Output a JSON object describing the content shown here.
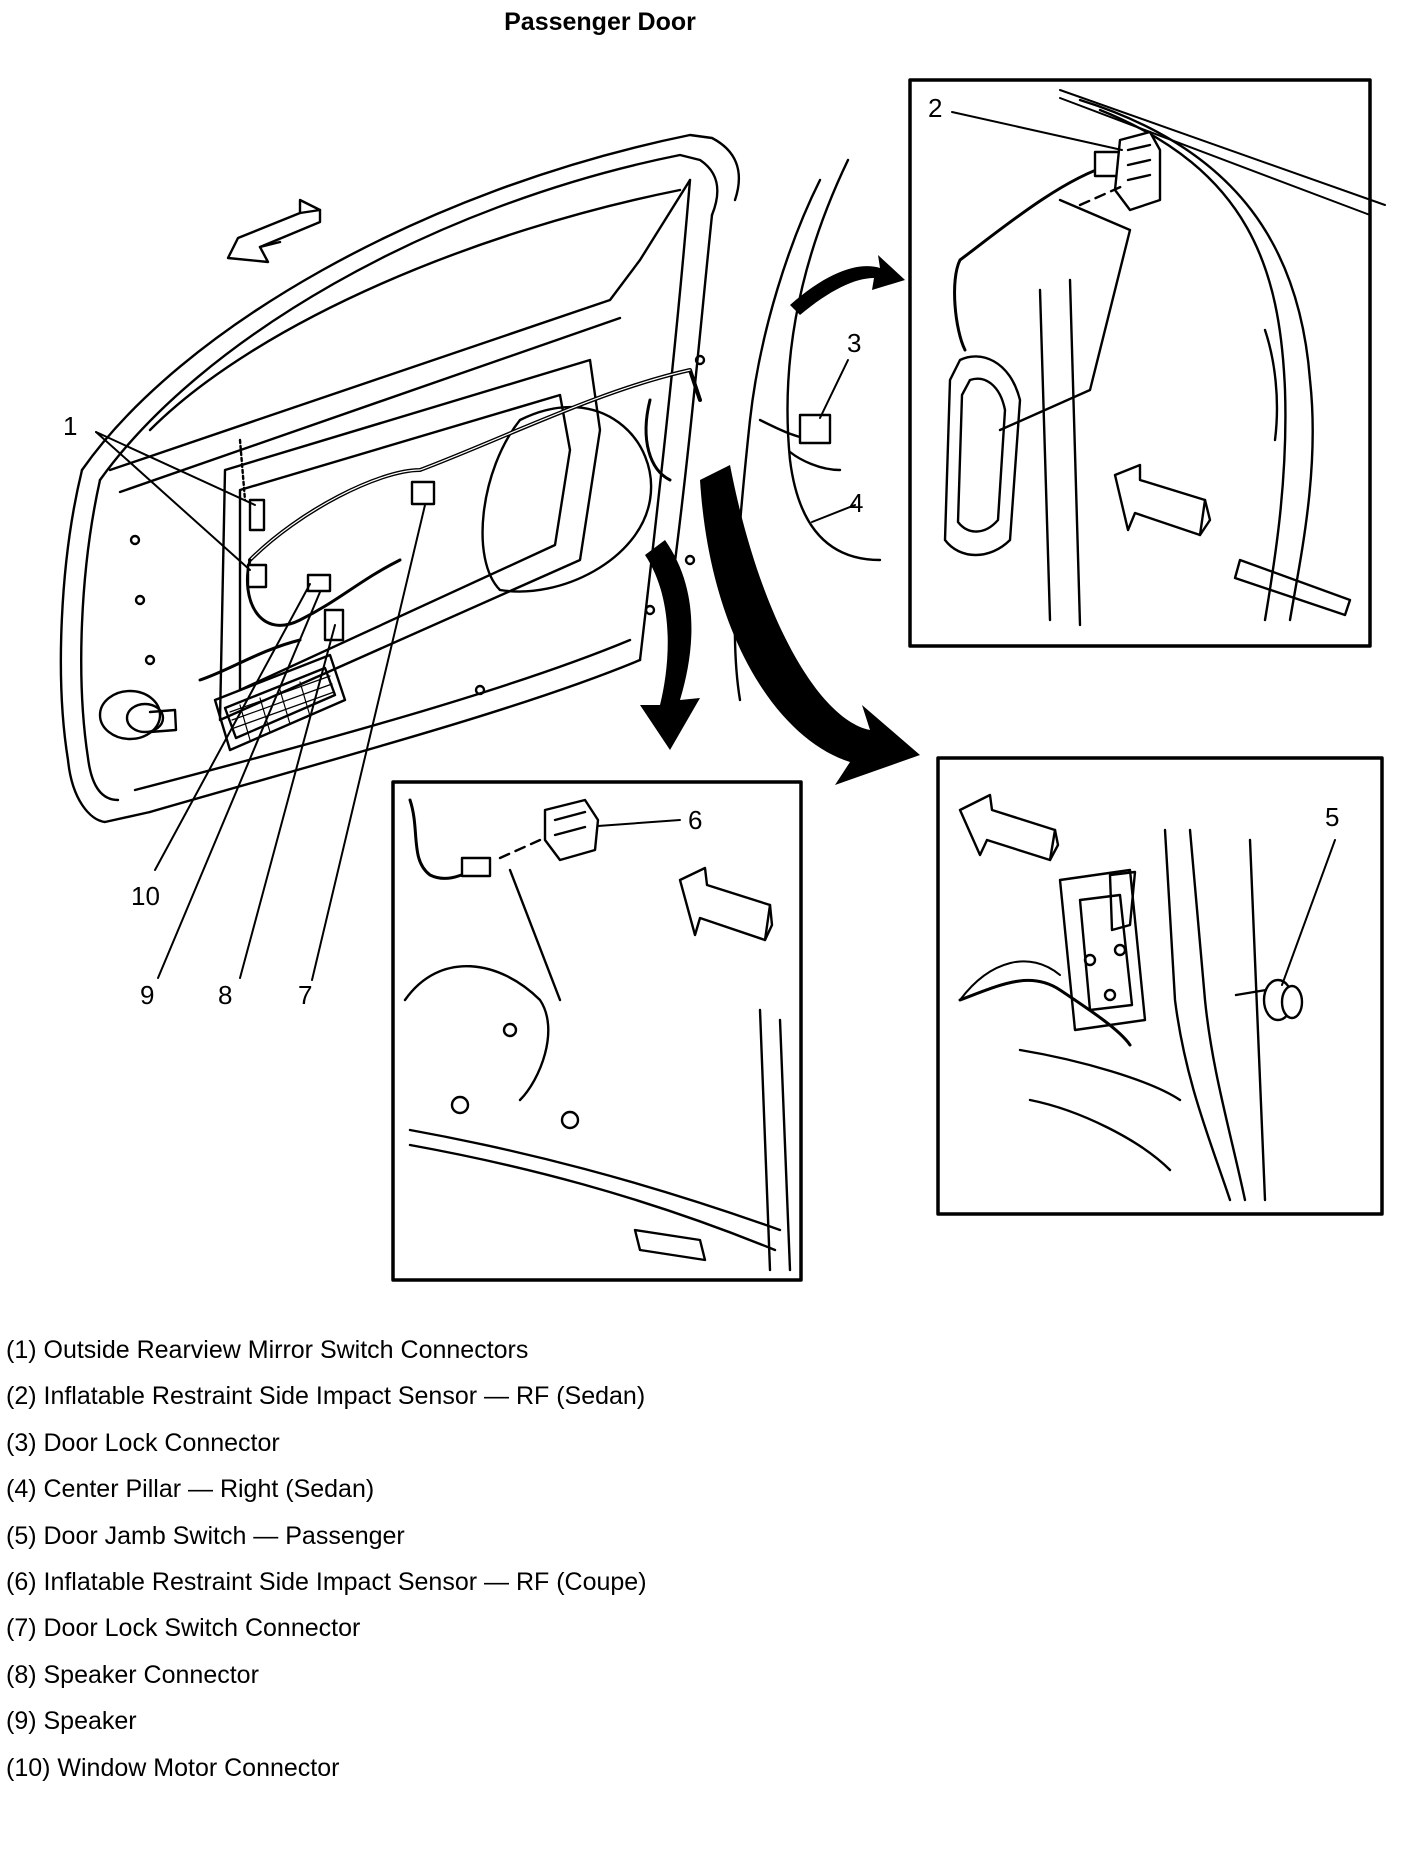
{
  "title": "Passenger Door",
  "callouts": {
    "c1": "1",
    "c2": "2",
    "c3": "3",
    "c4": "4",
    "c5": "5",
    "c6": "6",
    "c7": "7",
    "c8": "8",
    "c9": "9",
    "c10": "10"
  },
  "legend": [
    "(1) Outside Rearview Mirror Switch Connectors",
    "(2) Inflatable Restraint Side Impact Sensor — RF (Sedan)",
    "(3) Door Lock Connector",
    "(4) Center Pillar — Right (Sedan)",
    "(5) Door Jamb Switch — Passenger",
    "(6) Inflatable Restraint Side Impact Sensor — RF (Coupe)",
    "(7) Door Lock Switch Connector",
    "(8) Speaker Connector",
    "(9) Speaker",
    "(10) Window Motor Connector"
  ]
}
